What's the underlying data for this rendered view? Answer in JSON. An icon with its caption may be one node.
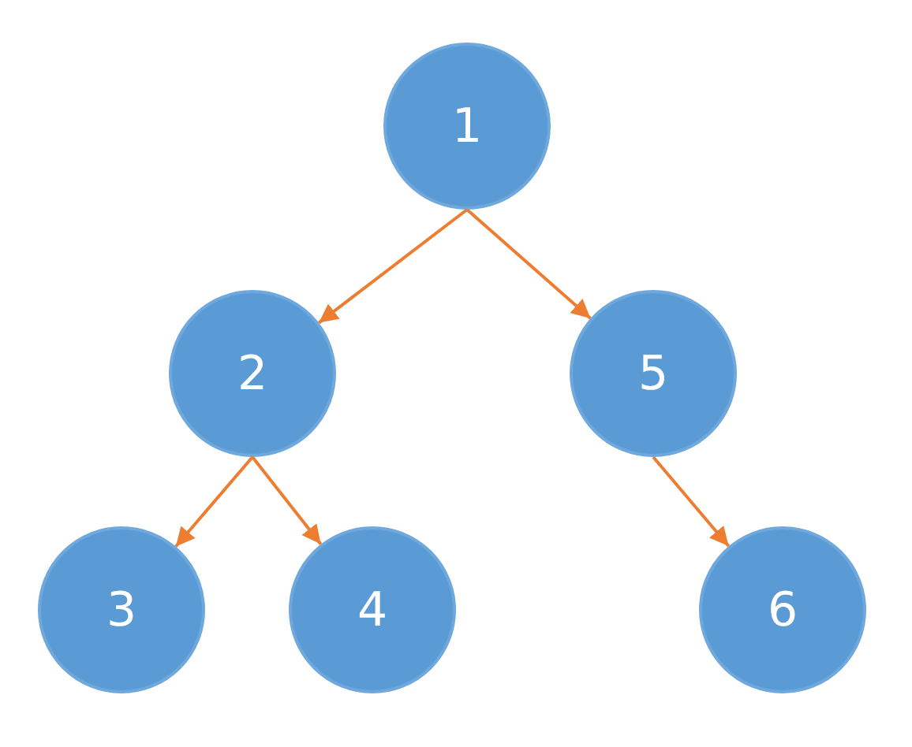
{
  "diagram": {
    "nodes": [
      {
        "text": [
          "1"
        ]
      },
      {
        "text": [
          "2"
        ]
      },
      {
        "text": [
          "3"
        ]
      },
      {
        "text": [
          "4"
        ]
      },
      {
        "text": [
          "5"
        ]
      },
      {
        "text": [
          "6"
        ]
      }
    ],
    "edges": [
      {
        "from": 0,
        "to": 1,
        "arrow": "to"
      },
      {
        "from": 0,
        "to": 4,
        "arrow": "to"
      },
      {
        "from": 1,
        "to": 2,
        "arrow": "to"
      },
      {
        "from": 1,
        "to": 3,
        "arrow": "to"
      },
      {
        "from": 4,
        "to": 5,
        "arrow": "to"
      }
    ]
  }
}
